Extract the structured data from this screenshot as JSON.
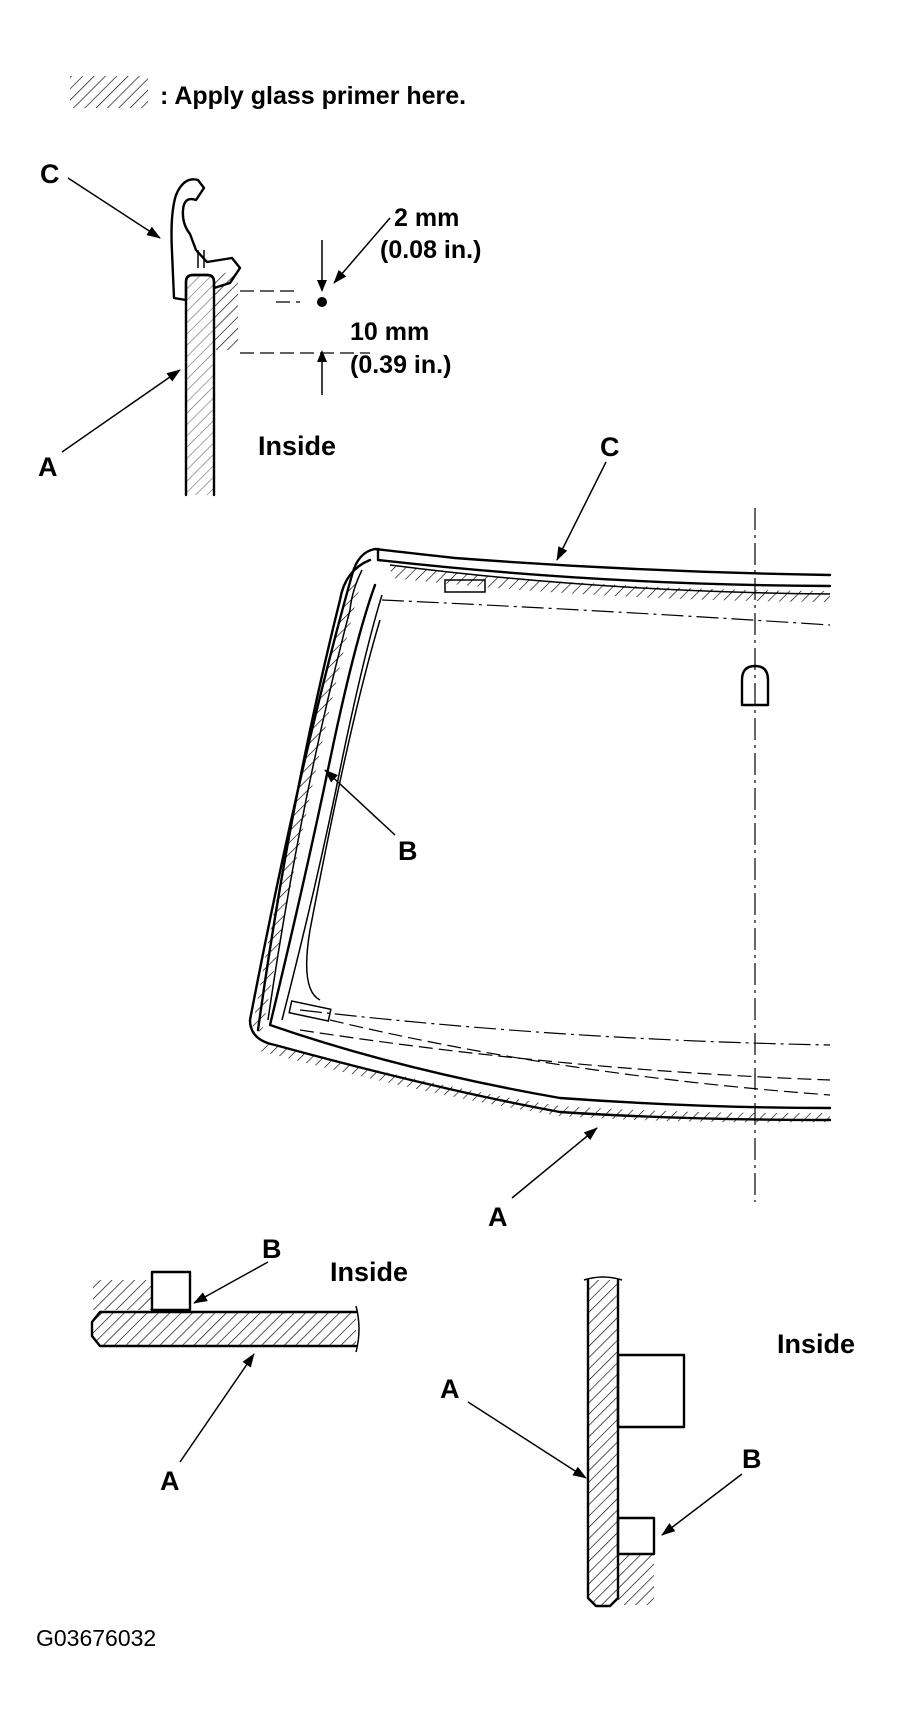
{
  "legend": {
    "hatch_icon": "hatch-swatch",
    "text": ": Apply glass primer here."
  },
  "labels": {
    "a": "A",
    "b": "B",
    "c": "C",
    "inside": "Inside"
  },
  "dimensions": {
    "gap_mm": "2 mm",
    "gap_in": "(0.08 in.)",
    "width_mm": "10 mm",
    "width_in": "(0.39 in.)"
  },
  "figure_code": "G03676032"
}
